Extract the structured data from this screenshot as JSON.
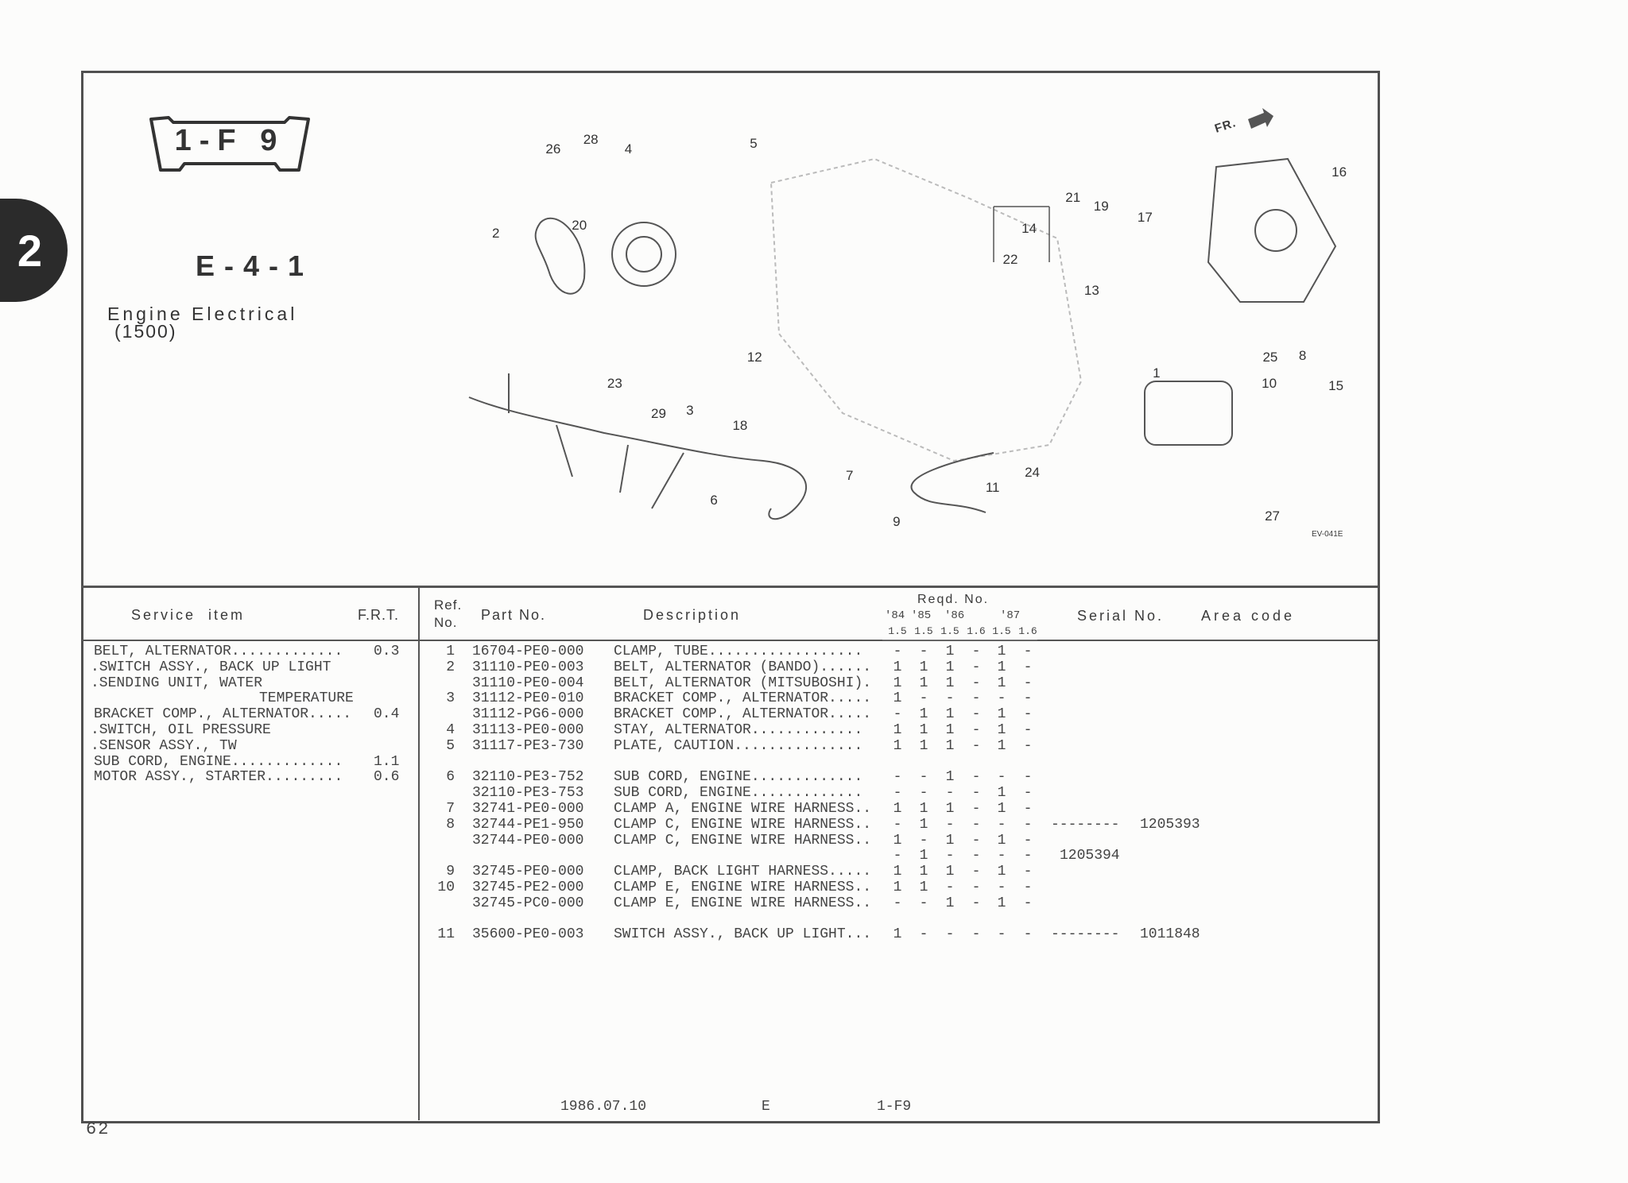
{
  "section_tab": "2",
  "group_badge": "1-F 9",
  "page_code": "E-4-1",
  "page_title": "Engine Electrical",
  "page_subtitle": "(1500)",
  "diagram": {
    "front_marker": "FR.",
    "drawing_code": "EV-041E",
    "callouts": [
      "26",
      "28",
      "4",
      "5",
      "2",
      "20",
      "21",
      "19",
      "14",
      "22",
      "17",
      "16",
      "13",
      "12",
      "23",
      "3",
      "29",
      "18",
      "1",
      "25",
      "8",
      "10",
      "15",
      "24",
      "11",
      "7",
      "6",
      "9",
      "27"
    ]
  },
  "table_header": {
    "service_item": "Service  item",
    "frt": "F.R.T.",
    "ref_no_1": "Ref.",
    "ref_no_2": "No.",
    "part_no": "Part No.",
    "description": "Description",
    "reqd_no": "Reqd. No.",
    "years": [
      "'84",
      "'85",
      "'86",
      "'87"
    ],
    "engines": [
      "1.5",
      "1.5",
      "1.5",
      "1.6",
      "1.5",
      "1.6"
    ],
    "serial_no": "Serial No.",
    "area_code": "Area code"
  },
  "service_items": [
    {
      "item": "BELT, ALTERNATOR.............",
      "frt": "0.3"
    },
    {
      "item": ".SWITCH ASSY., BACK UP LIGHT",
      "frt": ""
    },
    {
      "item": ".SENDING UNIT, WATER",
      "frt": ""
    },
    {
      "item": "TEMPERATURE",
      "frt": ""
    },
    {
      "item": "BRACKET COMP., ALTERNATOR.....",
      "frt": "0.4"
    },
    {
      "item": ".SWITCH, OIL PRESSURE",
      "frt": ""
    },
    {
      "item": ".SENSOR ASSY., TW",
      "frt": ""
    },
    {
      "item": "SUB CORD, ENGINE.............",
      "frt": "1.1"
    },
    {
      "item": "MOTOR ASSY., STARTER.........",
      "frt": "0.6"
    }
  ],
  "parts": [
    {
      "ref": "1",
      "part_no": "16704-PE0-000",
      "desc": "CLAMP, TUBE..................",
      "qty": [
        "-",
        "-",
        "1",
        "-",
        "1",
        "-"
      ],
      "serial": "",
      "serial_no": ""
    },
    {
      "ref": "2",
      "part_no": "31110-PE0-003",
      "desc": "BELT, ALTERNATOR (BANDO)......",
      "qty": [
        "1",
        "1",
        "1",
        "-",
        "1",
        "-"
      ],
      "serial": "",
      "serial_no": ""
    },
    {
      "ref": "",
      "part_no": "31110-PE0-004",
      "desc": "BELT, ALTERNATOR (MITSUBOSHI).",
      "qty": [
        "1",
        "1",
        "1",
        "-",
        "1",
        "-"
      ],
      "serial": "",
      "serial_no": ""
    },
    {
      "ref": "3",
      "part_no": "31112-PE0-010",
      "desc": "BRACKET COMP., ALTERNATOR.....",
      "qty": [
        "1",
        "-",
        "-",
        "-",
        "-",
        "-"
      ],
      "serial": "",
      "serial_no": ""
    },
    {
      "ref": "",
      "part_no": "31112-PG6-000",
      "desc": "BRACKET COMP., ALTERNATOR.....",
      "qty": [
        "-",
        "1",
        "1",
        "-",
        "1",
        "-"
      ],
      "serial": "",
      "serial_no": ""
    },
    {
      "ref": "4",
      "part_no": "31113-PE0-000",
      "desc": "STAY, ALTERNATOR.............",
      "qty": [
        "1",
        "1",
        "1",
        "-",
        "1",
        "-"
      ],
      "serial": "",
      "serial_no": ""
    },
    {
      "ref": "5",
      "part_no": "31117-PE3-730",
      "desc": "PLATE, CAUTION...............",
      "qty": [
        "1",
        "1",
        "1",
        "-",
        "1",
        "-"
      ],
      "serial": "",
      "serial_no": ""
    },
    null,
    {
      "ref": "6",
      "part_no": "32110-PE3-752",
      "desc": "SUB CORD, ENGINE.............",
      "qty": [
        "-",
        "-",
        "1",
        "-",
        "-",
        "-"
      ],
      "serial": "",
      "serial_no": ""
    },
    {
      "ref": "",
      "part_no": "32110-PE3-753",
      "desc": "SUB CORD, ENGINE.............",
      "qty": [
        "-",
        "-",
        "-",
        "-",
        "1",
        "-"
      ],
      "serial": "",
      "serial_no": ""
    },
    {
      "ref": "7",
      "part_no": "32741-PE0-000",
      "desc": "CLAMP A, ENGINE WIRE HARNESS..",
      "qty": [
        "1",
        "1",
        "1",
        "-",
        "1",
        "-"
      ],
      "serial": "",
      "serial_no": ""
    },
    {
      "ref": "8",
      "part_no": "32744-PE1-950",
      "desc": "CLAMP C, ENGINE WIRE HARNESS..",
      "qty": [
        "-",
        "1",
        "-",
        "-",
        "-",
        "-"
      ],
      "serial": "--------",
      "serial_no": "1205393"
    },
    {
      "ref": "",
      "part_no": "32744-PE0-000",
      "desc": "CLAMP C, ENGINE WIRE HARNESS..",
      "qty": [
        "1",
        "-",
        "1",
        "-",
        "1",
        "-"
      ],
      "serial": "",
      "serial_no": ""
    },
    {
      "ref": "",
      "part_no": "",
      "desc": "",
      "qty": [
        "-",
        "1",
        "-",
        "-",
        "-",
        "-"
      ],
      "serial": "1205394",
      "serial_no": ""
    },
    {
      "ref": "9",
      "part_no": "32745-PE0-000",
      "desc": "CLAMP, BACK LIGHT HARNESS.....",
      "qty": [
        "1",
        "1",
        "1",
        "-",
        "1",
        "-"
      ],
      "serial": "",
      "serial_no": ""
    },
    {
      "ref": "10",
      "part_no": "32745-PE2-000",
      "desc": "CLAMP E, ENGINE WIRE HARNESS..",
      "qty": [
        "1",
        "1",
        "-",
        "-",
        "-",
        "-"
      ],
      "serial": "",
      "serial_no": ""
    },
    {
      "ref": "",
      "part_no": "32745-PC0-000",
      "desc": "CLAMP E, ENGINE WIRE HARNESS..",
      "qty": [
        "-",
        "-",
        "1",
        "-",
        "1",
        "-"
      ],
      "serial": "",
      "serial_no": ""
    },
    null,
    {
      "ref": "11",
      "part_no": "35600-PE0-003",
      "desc": "SWITCH ASSY., BACK UP LIGHT...",
      "qty": [
        "1",
        "-",
        "-",
        "-",
        "-",
        "-"
      ],
      "serial": "--------",
      "serial_no": "1011848"
    }
  ],
  "footer": {
    "date": "1986.07.10",
    "area": "E",
    "group": "1-F9"
  },
  "page_number": "62"
}
